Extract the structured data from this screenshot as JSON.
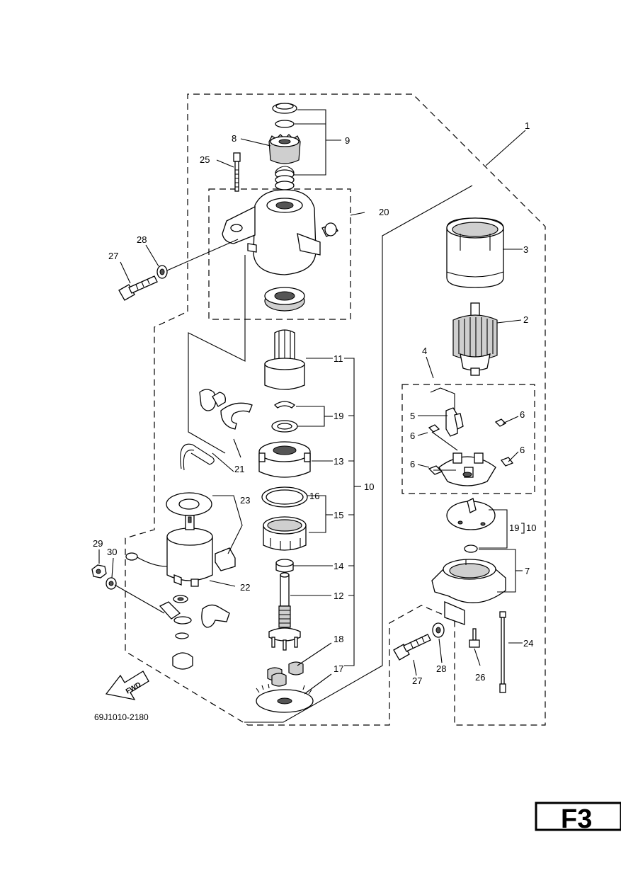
{
  "diagram_code": "69J1010-2180",
  "page_label": "F3",
  "fwd_label": "FWD",
  "callouts": {
    "c1": "1",
    "c2": "2",
    "c3": "3",
    "c4": "4",
    "c5": "5",
    "c6a": "6",
    "c6b": "6",
    "c6c": "6",
    "c6d": "6",
    "c7": "7",
    "c8": "8",
    "c9": "9",
    "c10a": "10",
    "c10b": "10",
    "c11": "11",
    "c12": "12",
    "c13": "13",
    "c14": "14",
    "c15": "15",
    "c16": "16",
    "c17": "17",
    "c18": "18",
    "c19a": "19",
    "c19b": "19",
    "c20": "20",
    "c21": "21",
    "c22": "22",
    "c23": "23",
    "c24": "24",
    "c25": "25",
    "c26": "26",
    "c27a": "27",
    "c27b": "27",
    "c28a": "28",
    "c28b": "28",
    "c29": "29",
    "c30": "30"
  }
}
